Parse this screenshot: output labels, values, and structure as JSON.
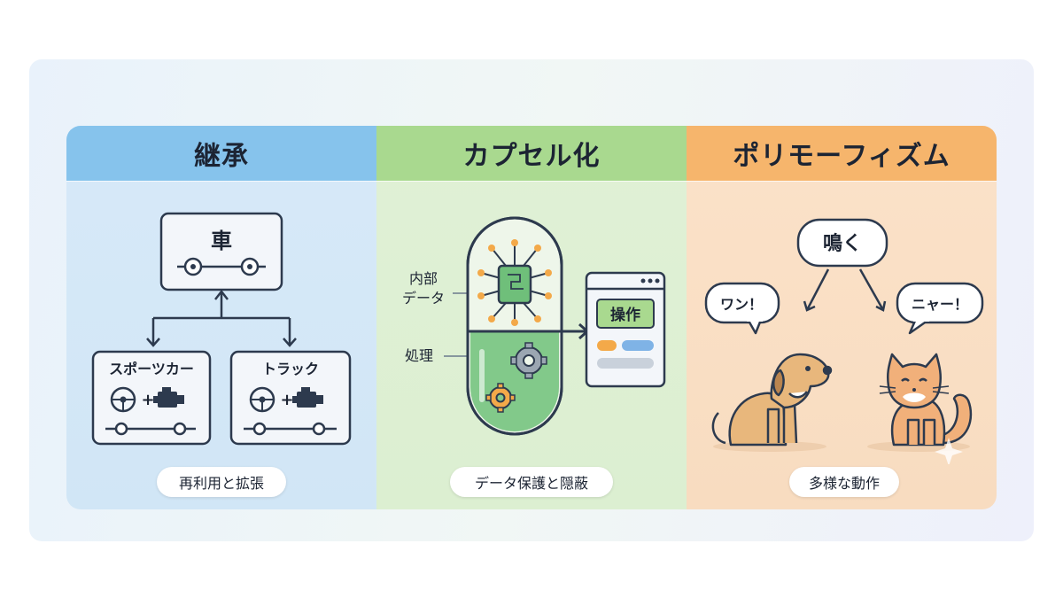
{
  "panels": {
    "inheritance": {
      "title": "継承",
      "parent": "車",
      "child_left": "スポーツカー",
      "child_right": "トラック",
      "caption": "再利用と拡張"
    },
    "encapsulation": {
      "title": "カプセル化",
      "label_internal_line1": "内部",
      "label_internal_line2": "データ",
      "label_process": "処理",
      "operation": "操作",
      "caption": "データ保護と隠蔽"
    },
    "polymorphism": {
      "title": "ポリモーフィズム",
      "call": "鳴く",
      "dog_says": "ワン！",
      "cat_says": "ニャー！",
      "caption": "多様な動作"
    }
  },
  "colors": {
    "inheritance_header": "#86c3ec",
    "encapsulation_header": "#a9d98f",
    "polymorphism_header": "#f6b56c",
    "ink": "#1c2433"
  },
  "icons": [
    "steering-wheel-icon",
    "engine-icon",
    "wheels-icon",
    "chip-icon",
    "gear-icon",
    "window-icon",
    "dog-icon",
    "cat-icon",
    "sparkle-icon"
  ]
}
